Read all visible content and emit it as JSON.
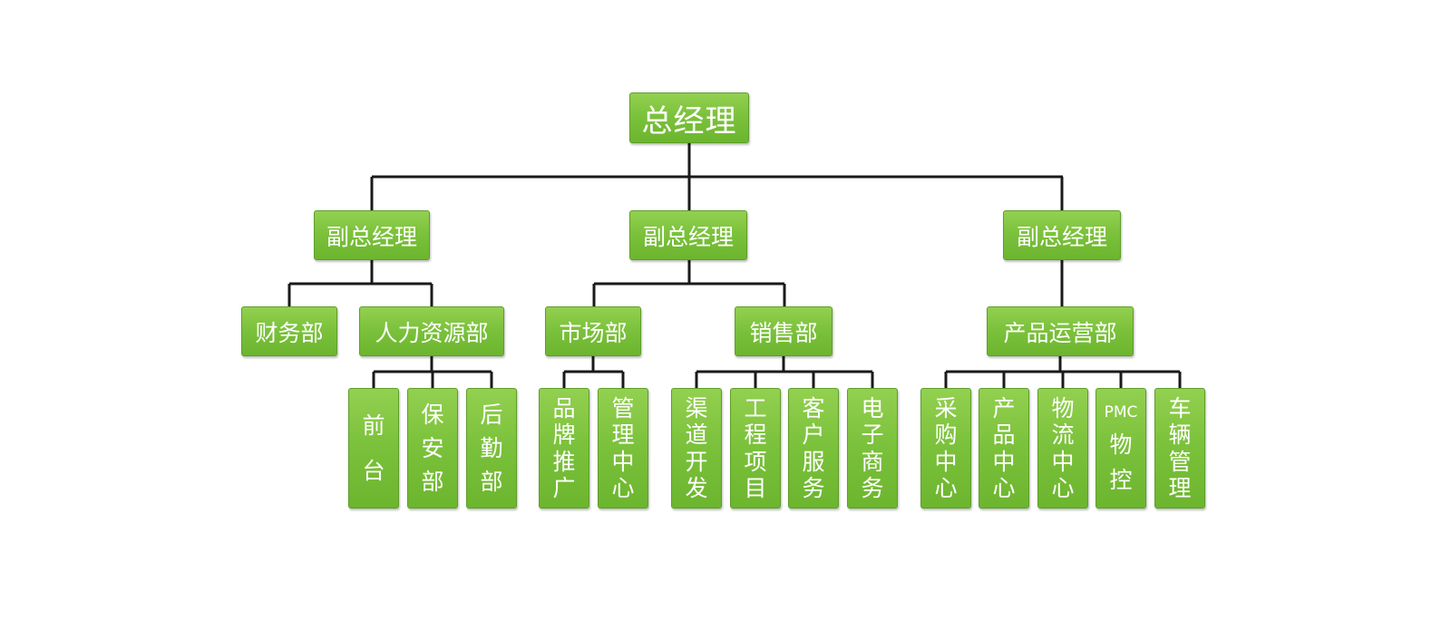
{
  "root": {
    "label": "总经理"
  },
  "vps": [
    {
      "label": "副总经理"
    },
    {
      "label": "副总经理"
    },
    {
      "label": "副总经理"
    }
  ],
  "departments": [
    {
      "label": "财务部"
    },
    {
      "label": "人力资源部"
    },
    {
      "label": "市场部"
    },
    {
      "label": "销售部"
    },
    {
      "label": "产品运营部"
    }
  ],
  "units": [
    {
      "lines": [
        "前",
        "台"
      ]
    },
    {
      "lines": [
        "保",
        "安",
        "部"
      ]
    },
    {
      "lines": [
        "后",
        "勤",
        "部"
      ]
    },
    {
      "lines": [
        "品",
        "牌",
        "推",
        "广"
      ]
    },
    {
      "lines": [
        "管",
        "理",
        "中",
        "心"
      ]
    },
    {
      "lines": [
        "渠",
        "道",
        "开",
        "发"
      ]
    },
    {
      "lines": [
        "工",
        "程",
        "项",
        "目"
      ]
    },
    {
      "lines": [
        "客",
        "户",
        "服",
        "务"
      ]
    },
    {
      "lines": [
        "电",
        "子",
        "商",
        "务"
      ]
    },
    {
      "lines": [
        "采",
        "购",
        "中",
        "心"
      ]
    },
    {
      "lines": [
        "产",
        "品",
        "中",
        "心"
      ]
    },
    {
      "lines": [
        "物",
        "流",
        "中",
        "心"
      ]
    },
    {
      "lines": [
        "PMC",
        "物",
        "控"
      ]
    },
    {
      "lines": [
        "车",
        "辆",
        "管",
        "理"
      ]
    }
  ],
  "colors": {
    "box": "#7cc23c",
    "line": "#1a1a1a"
  }
}
